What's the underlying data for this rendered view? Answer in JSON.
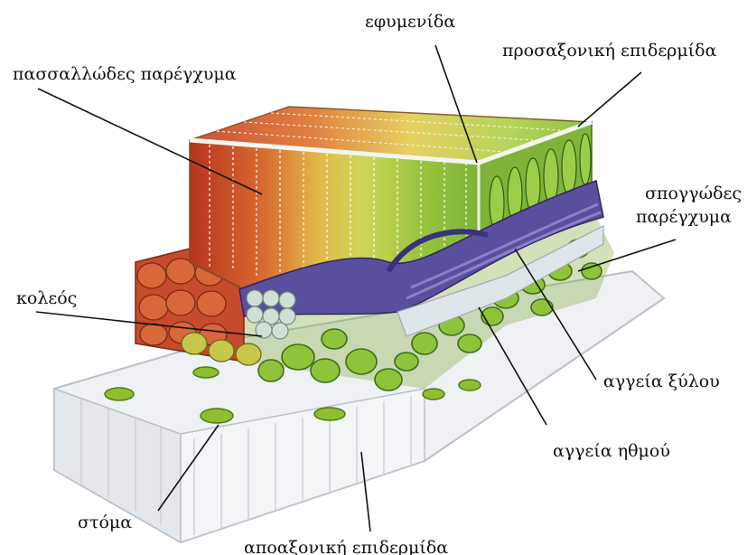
{
  "labels": {
    "cuticle": "εφυμενίδα",
    "adaxial_epidermis": "προσαξονική επιδερμίδα",
    "palisade": "πασσαλλώδες παρέγχυμα",
    "spongy_line1": "σπογγώδες",
    "spongy_line2": "παρέγχυμα",
    "sheath": "κολεός",
    "xylem": "αγγεία ξύλου",
    "phloem": "αγγεία ηθμού",
    "stoma": "στόμα",
    "abaxial_epidermis": "αποαξονική επιδερμίδα"
  },
  "colors": {
    "palisade_red": "#c9472b",
    "palisade_orange": "#e08a3a",
    "palisade_yellow": "#e6d45a",
    "green_cells": "#8fc43a",
    "vein_purple": "#5a4f9e",
    "epidermis": "#eef2f4"
  }
}
